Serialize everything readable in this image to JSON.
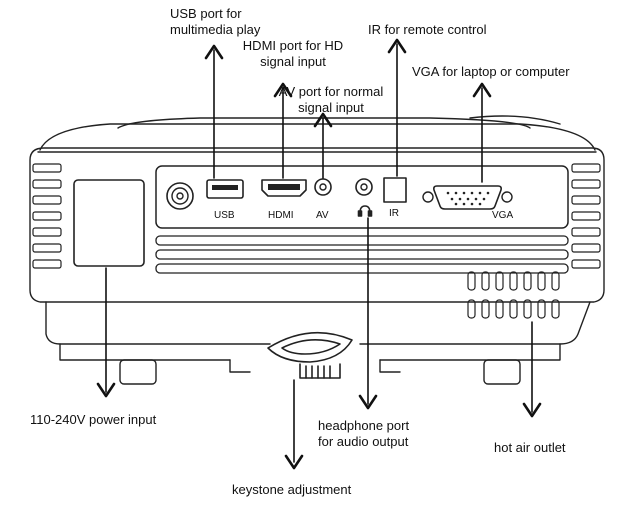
{
  "callouts": {
    "usb": [
      "USB port for",
      "multimedia play"
    ],
    "hdmi": [
      "HDMI port for HD",
      "signal input"
    ],
    "ir": "IR for remote control",
    "vga": "VGA for laptop or computer",
    "av": [
      "AV port for normal",
      "signal input"
    ],
    "power": "110-240V power input",
    "headphone": [
      "headphone port",
      "for audio output"
    ],
    "hot_air": "hot air outlet",
    "keystone": "keystone adjustment"
  },
  "port_labels": {
    "usb": "USB",
    "hdmi": "HDMI",
    "av": "AV",
    "ir": "IR",
    "vga": "VGA"
  },
  "colors": {
    "line": "#222222",
    "body": "#ffffff",
    "text": "#111111"
  },
  "icons": {
    "headphone": "headphone-icon",
    "arrow": "arrow-chevron-icon"
  }
}
